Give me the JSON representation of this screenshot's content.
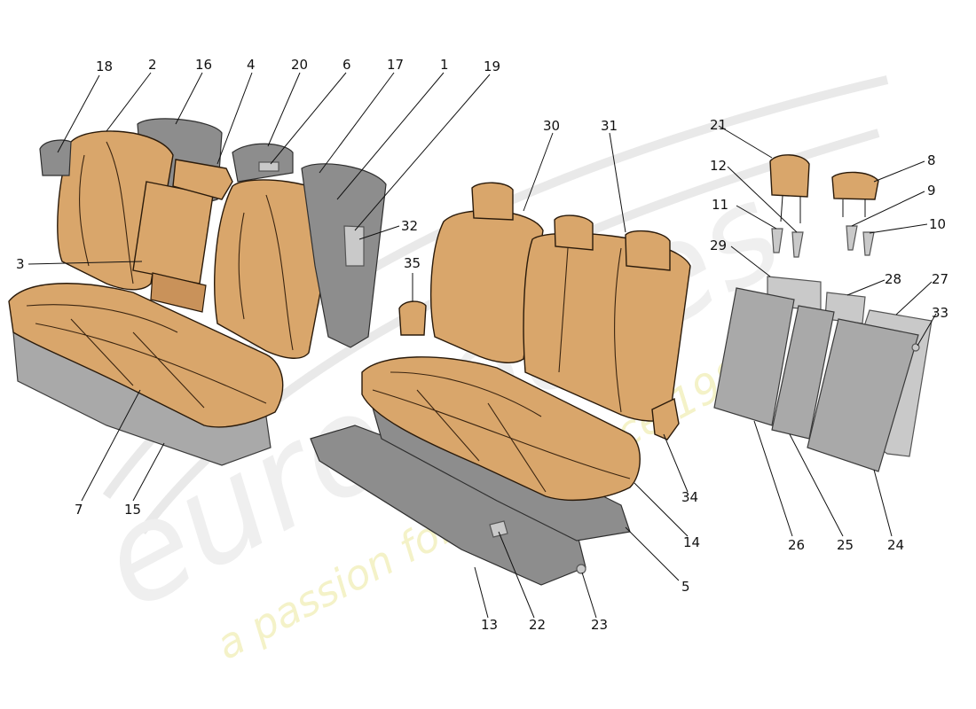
{
  "watermark": {
    "brand": "eurospares",
    "tagline": "a passion for parts since 1985"
  },
  "callouts": [
    {
      "id": "1",
      "label": "1"
    },
    {
      "id": "2",
      "label": "2"
    },
    {
      "id": "3",
      "label": "3"
    },
    {
      "id": "4",
      "label": "4"
    },
    {
      "id": "5",
      "label": "5"
    },
    {
      "id": "6",
      "label": "6"
    },
    {
      "id": "7",
      "label": "7"
    },
    {
      "id": "8",
      "label": "8"
    },
    {
      "id": "9",
      "label": "9"
    },
    {
      "id": "10",
      "label": "10"
    },
    {
      "id": "11",
      "label": "11"
    },
    {
      "id": "12",
      "label": "12"
    },
    {
      "id": "13",
      "label": "13"
    },
    {
      "id": "14",
      "label": "14"
    },
    {
      "id": "15",
      "label": "15"
    },
    {
      "id": "16",
      "label": "16"
    },
    {
      "id": "17",
      "label": "17"
    },
    {
      "id": "18",
      "label": "18"
    },
    {
      "id": "19",
      "label": "19"
    },
    {
      "id": "20",
      "label": "20"
    },
    {
      "id": "21",
      "label": "21"
    },
    {
      "id": "22",
      "label": "22"
    },
    {
      "id": "23",
      "label": "23"
    },
    {
      "id": "24",
      "label": "24"
    },
    {
      "id": "25",
      "label": "25"
    },
    {
      "id": "26",
      "label": "26"
    },
    {
      "id": "27",
      "label": "27"
    },
    {
      "id": "28",
      "label": "28"
    },
    {
      "id": "29",
      "label": "29"
    },
    {
      "id": "30",
      "label": "30"
    },
    {
      "id": "31",
      "label": "31"
    },
    {
      "id": "32",
      "label": "32"
    },
    {
      "id": "33",
      "label": "33"
    },
    {
      "id": "34",
      "label": "34"
    },
    {
      "id": "35",
      "label": "35"
    }
  ],
  "colors": {
    "upholstery": "#d9a66b",
    "frame": "#8d8d8d",
    "panel": "#c9c9c9",
    "watermark": "#e9e9e9"
  }
}
